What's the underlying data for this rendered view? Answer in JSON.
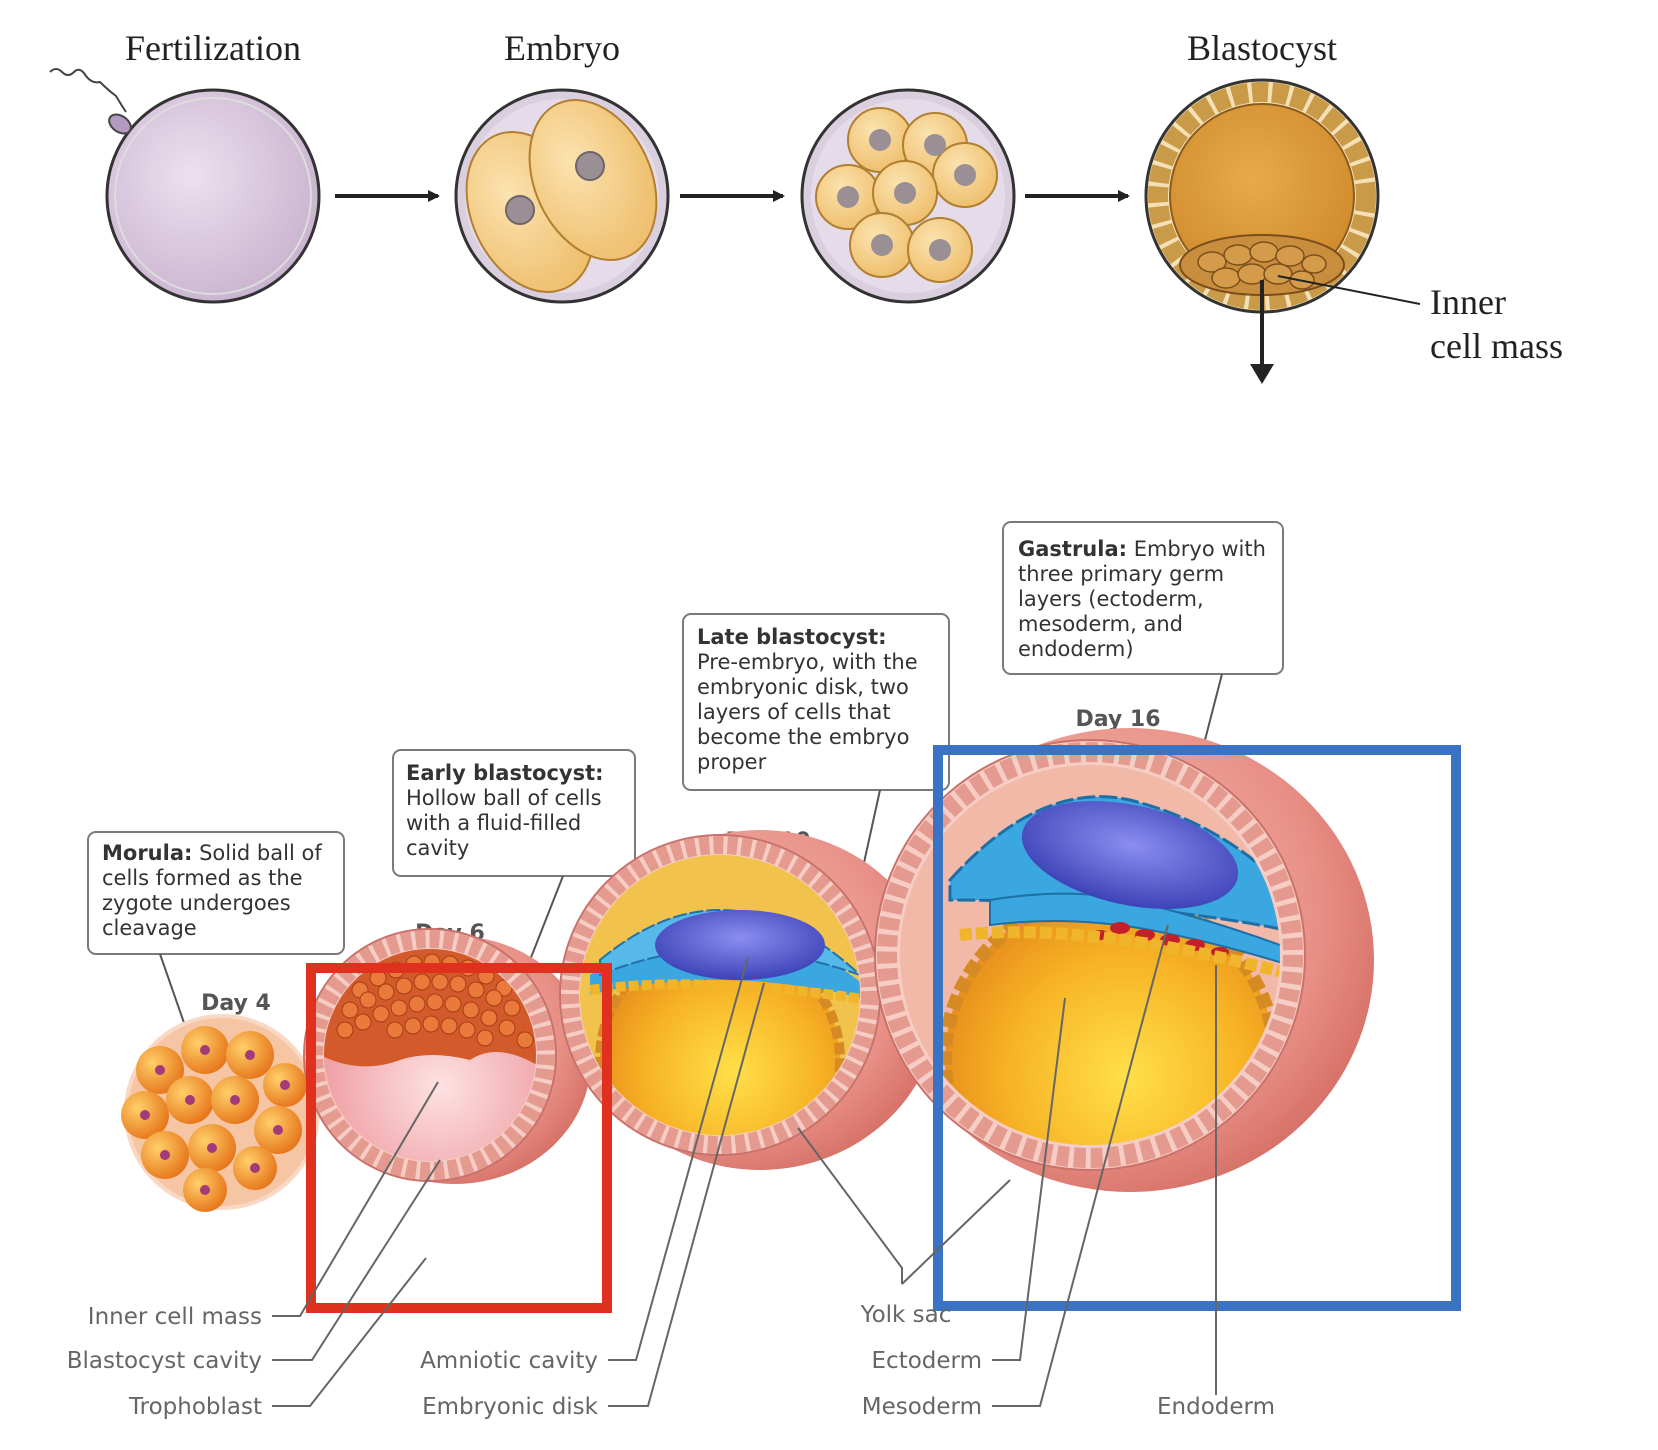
{
  "top_sequence": {
    "labels": {
      "fertilization": "Fertilization",
      "embryo": "Embryo",
      "blastocyst": "Blastocyst",
      "inner_cell_mass_line1": "Inner",
      "inner_cell_mass_line2": "cell mass"
    }
  },
  "stages": {
    "morula": {
      "day": "Day 4",
      "caption_bold": "Morula:",
      "caption_lines": [
        " Solid ball of",
        "cells formed as the",
        "zygote undergoes",
        "cleavage"
      ]
    },
    "early_blastocyst": {
      "day": "Day 6",
      "caption_bold": "Early blastocyst:",
      "caption_lines": [
        "Hollow ball of cells",
        "with a fluid-filled",
        "cavity"
      ]
    },
    "late_blastocyst": {
      "day": "Day 10",
      "caption_bold": "Late blastocyst:",
      "caption_lines": [
        "Pre-embryo, with the",
        "embryonic disk, two",
        "layers of cells that",
        "become the embryo",
        "proper"
      ]
    },
    "gastrula": {
      "day": "Day 16",
      "caption_bold": "Gastrula:",
      "caption_lines": [
        " Embryo with",
        "three primary germ",
        "layers (ectoderm,",
        "mesoderm, and",
        "endoderm)"
      ]
    }
  },
  "structure_labels": {
    "inner_cell_mass": "Inner cell mass",
    "blastocyst_cavity": "Blastocyst cavity",
    "trophoblast": "Trophoblast",
    "amniotic_cavity": "Amniotic cavity",
    "embryonic_disk": "Embryonic disk",
    "yolk_sac": "Yolk sac",
    "ectoderm": "Ectoderm",
    "mesoderm": "Mesoderm",
    "endoderm": "Endoderm"
  },
  "highlight_colors": {
    "red_box": "#e0301e",
    "blue_box": "#3a72c4"
  }
}
